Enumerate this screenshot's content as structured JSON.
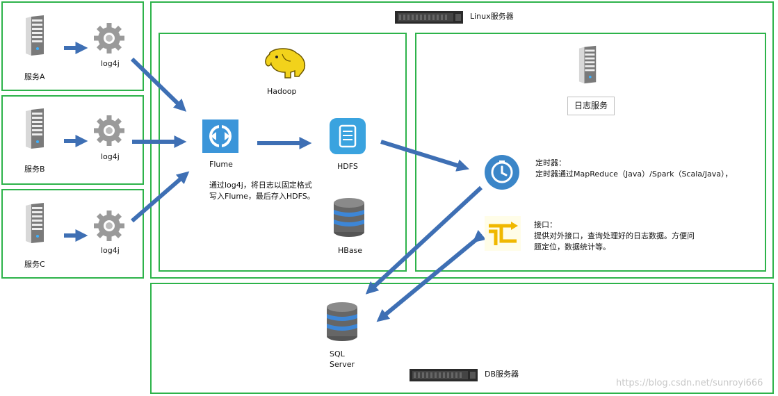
{
  "services": [
    {
      "name": "服务A",
      "lib": "log4j"
    },
    {
      "name": "服务B",
      "lib": "log4j"
    },
    {
      "name": "服务C",
      "lib": "log4j"
    }
  ],
  "linux": {
    "title": "Linux服务器"
  },
  "hadoop": {
    "title": "Hadoop",
    "flume": "Flume",
    "hdfs": "HDFS",
    "hbase": "HBase",
    "note_line1": "通过log4j，将日志以固定格式",
    "note_line2": "写入Flume，最后存入HDFS。"
  },
  "log_service": {
    "title": "日志服务",
    "timer_title": "定时器：",
    "timer_desc": "定时器通过MapReduce（Java）/Spark（Scala/Java），",
    "api_title": "接口：",
    "api_line1": "提供对外接口，查询处理好的日志数据。方便问",
    "api_line2": "题定位，数据统计等。"
  },
  "db": {
    "title": "DB服务器",
    "sql_line1": "SQL",
    "sql_line2": "Server"
  },
  "watermark": "https://blog.csdn.net/sunroyi666",
  "colors": {
    "border": "#2db34a",
    "arrow": "#3e6fb4"
  }
}
